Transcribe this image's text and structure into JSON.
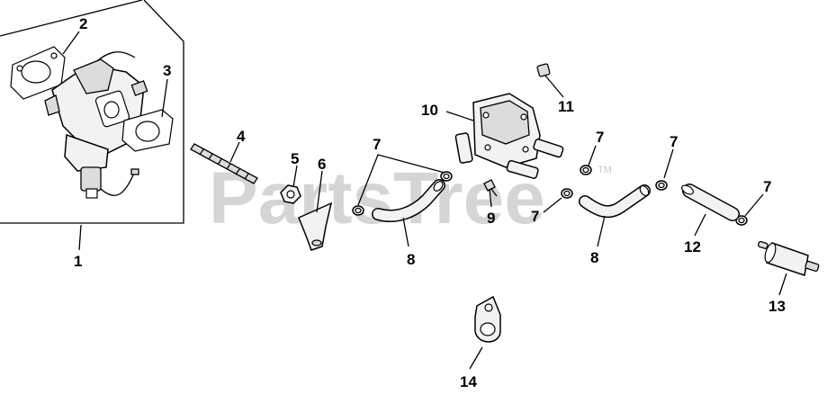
{
  "watermark": {
    "text": "PartsTree",
    "trademark": "TM"
  },
  "callouts": [
    {
      "id": "c1",
      "label": "1"
    },
    {
      "id": "c2",
      "label": "2"
    },
    {
      "id": "c3",
      "label": "3"
    },
    {
      "id": "c4",
      "label": "4"
    },
    {
      "id": "c5",
      "label": "5"
    },
    {
      "id": "c6",
      "label": "6"
    },
    {
      "id": "c7a",
      "label": "7"
    },
    {
      "id": "c7b",
      "label": "7"
    },
    {
      "id": "c7c",
      "label": "7"
    },
    {
      "id": "c7d",
      "label": "7"
    },
    {
      "id": "c7e",
      "label": "7"
    },
    {
      "id": "c8a",
      "label": "8"
    },
    {
      "id": "c8b",
      "label": "8"
    },
    {
      "id": "c9",
      "label": "9"
    },
    {
      "id": "c10",
      "label": "10"
    },
    {
      "id": "c11",
      "label": "11"
    },
    {
      "id": "c12",
      "label": "12"
    },
    {
      "id": "c13",
      "label": "13"
    },
    {
      "id": "c14",
      "label": "14"
    }
  ]
}
